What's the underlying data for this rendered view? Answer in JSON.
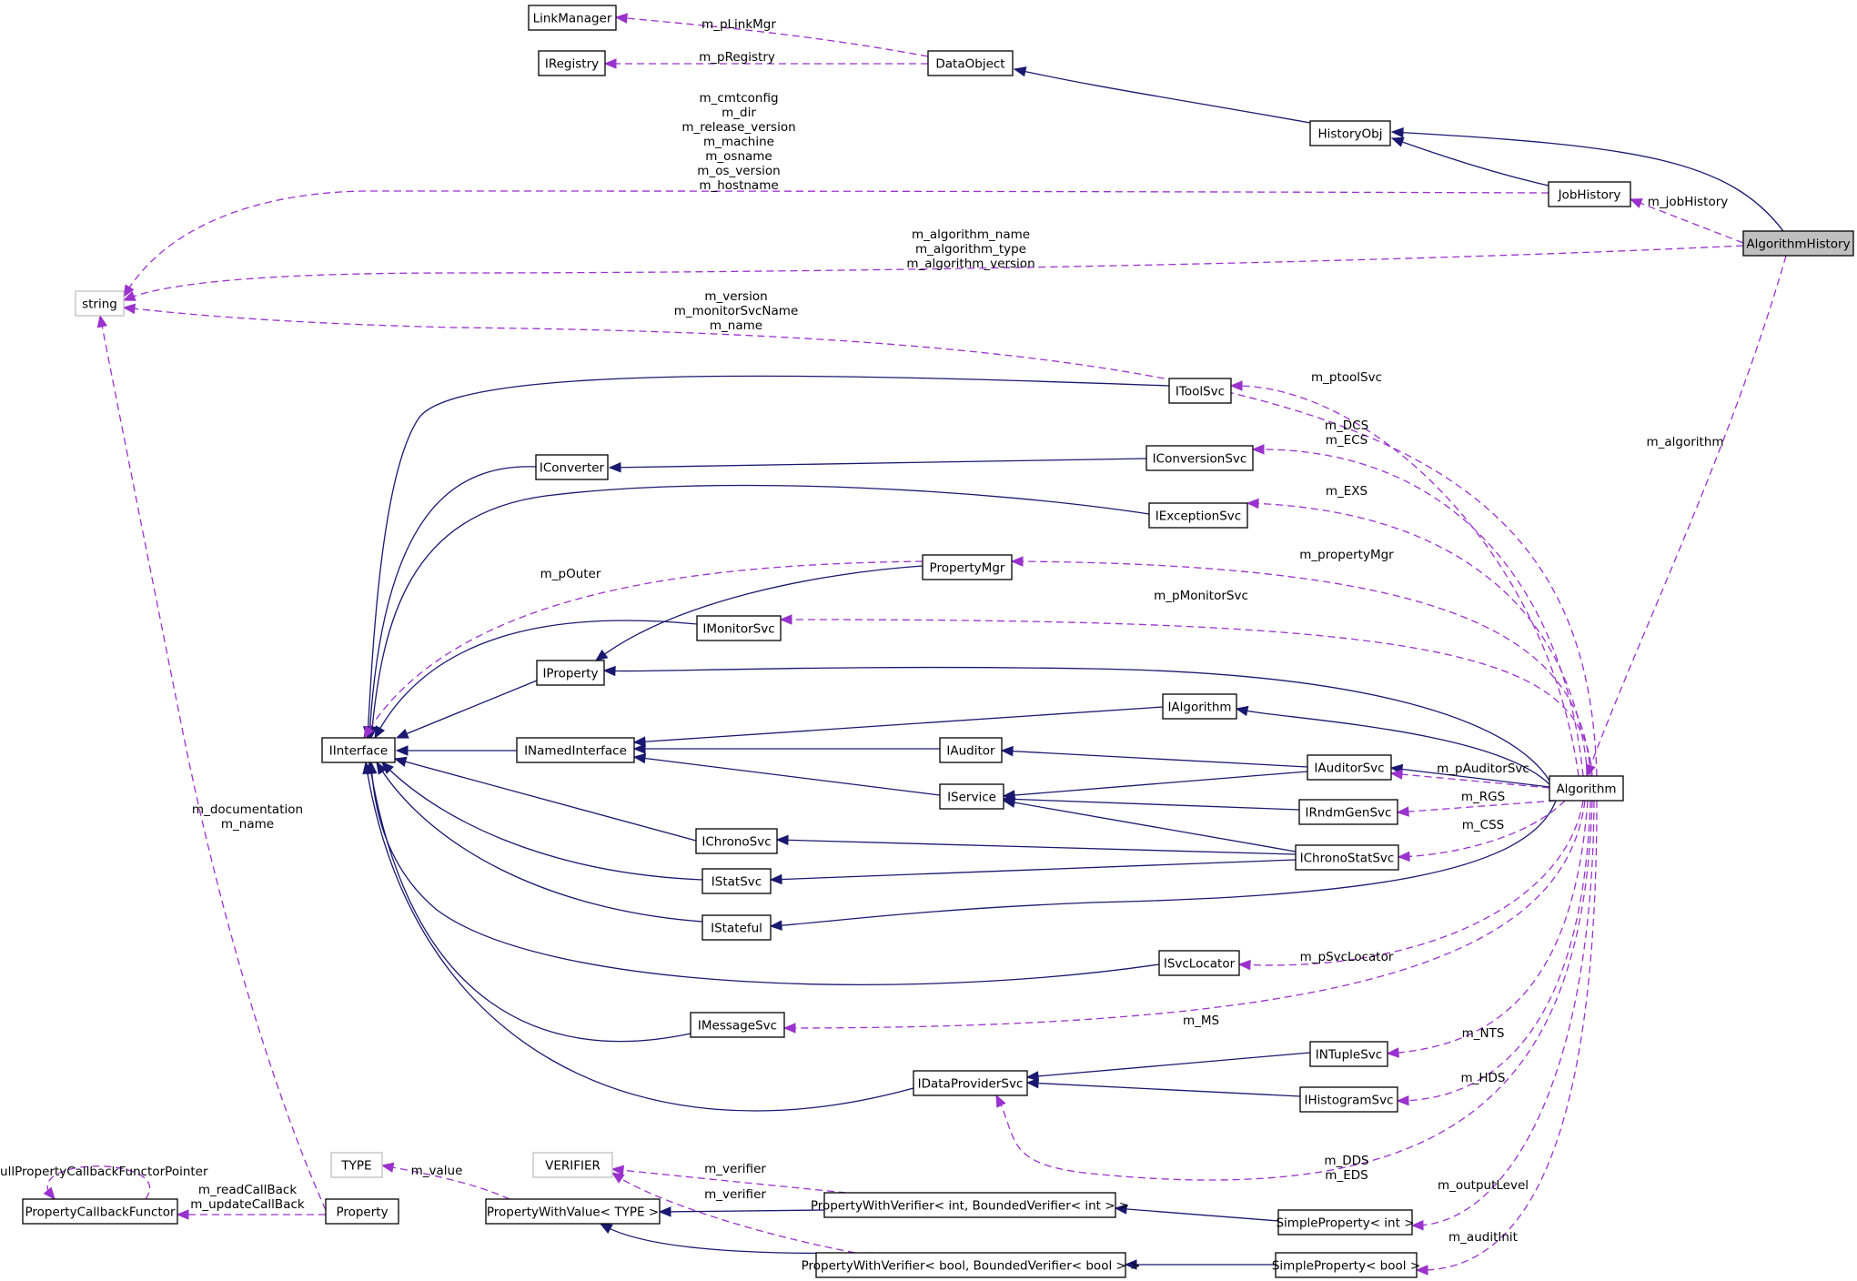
{
  "diagram": {
    "colors": {
      "inheritance": "#191970",
      "usage": "#9a32cd",
      "focus_fill": "#bfbfbf",
      "undocumented_border": "#bfbfbf"
    },
    "nodes": {
      "LinkManager": "LinkManager",
      "IRegistry": "IRegistry",
      "DataObject": "DataObject",
      "HistoryObj": "HistoryObj",
      "JobHistory": "JobHistory",
      "AlgorithmHistory": "AlgorithmHistory",
      "string": "string",
      "IToolSvc": "IToolSvc",
      "IConversionSvc": "IConversionSvc",
      "IConverter": "IConverter",
      "IExceptionSvc": "IExceptionSvc",
      "PropertyMgr": "PropertyMgr",
      "IMonitorSvc": "IMonitorSvc",
      "IProperty": "IProperty",
      "IInterface": "IInterface",
      "INamedInterface": "INamedInterface",
      "IAlgorithm": "IAlgorithm",
      "IAuditor": "IAuditor",
      "IAuditorSvc": "IAuditorSvc",
      "IService": "IService",
      "Algorithm": "Algorithm",
      "IRndmGenSvc": "IRndmGenSvc",
      "IChronoSvc": "IChronoSvc",
      "IChronoStatSvc": "IChronoStatSvc",
      "IStatSvc": "IStatSvc",
      "IStateful": "IStateful",
      "ISvcLocator": "ISvcLocator",
      "IMessageSvc": "IMessageSvc",
      "INTupleSvc": "INTupleSvc",
      "IDataProviderSvc": "IDataProviderSvc",
      "IHistogramSvc": "IHistogramSvc",
      "TYPE": "TYPE",
      "VERIFIER": "VERIFIER",
      "PropertyCallbackFunctor": "PropertyCallbackFunctor",
      "Property": "Property",
      "PropertyWithValue": "PropertyWithValue< TYPE >",
      "PropertyWithVerifierInt": "PropertyWithVerifier< int, BoundedVerifier< int > >",
      "SimplePropertyInt": "SimpleProperty< int >",
      "PropertyWithVerifierBool": "PropertyWithVerifier< bool, BoundedVerifier< bool > >",
      "SimplePropertyBool": "SimpleProperty< bool >"
    },
    "labels": {
      "pLinkMgr": [
        "m_pLinkMgr"
      ],
      "pRegistry": [
        "m_pRegistry"
      ],
      "jobHistoryStrings": [
        "m_cmtconfig",
        "m_dir",
        "m_release_version",
        "m_machine",
        "m_osname",
        "m_os_version",
        "m_hostname"
      ],
      "jobHistory": [
        "m_jobHistory"
      ],
      "algorithmStrings": [
        "m_algorithm_name",
        "m_algorithm_type",
        "m_algorithm_version"
      ],
      "algoStrings": [
        "m_version",
        "m_monitorSvcName",
        "m_name"
      ],
      "ptoolSvc": [
        "m_ptoolSvc"
      ],
      "dcsEcs": [
        "m_DCS",
        "m_ECS"
      ],
      "algorithm": [
        "m_algorithm"
      ],
      "exs": [
        "m_EXS"
      ],
      "propertyMgr": [
        "m_propertyMgr"
      ],
      "pOuter": [
        "m_pOuter"
      ],
      "pMonitorSvc": [
        "m_pMonitorSvc"
      ],
      "pAuditorSvc": [
        "m_pAuditorSvc"
      ],
      "rgs": [
        "m_RGS"
      ],
      "css": [
        "m_CSS"
      ],
      "propDocs": [
        "m_documentation",
        "m_name"
      ],
      "pSvcLocator": [
        "m_pSvcLocator"
      ],
      "ms": [
        "m_MS"
      ],
      "nts": [
        "m_NTS"
      ],
      "hds": [
        "m_HDS"
      ],
      "ddsEds": [
        "m_DDS",
        "m_EDS"
      ],
      "nullCallback": [
        "nullPropertyCallbackFunctorPointer"
      ],
      "value": [
        "m_value"
      ],
      "verifierTop": [
        "m_verifier"
      ],
      "verifierBottom": [
        "m_verifier"
      ],
      "outputLevel": [
        "m_outputLevel"
      ],
      "callbacks": [
        "m_readCallBack",
        "m_updateCallBack"
      ],
      "auditInit": [
        "m_auditInit"
      ]
    }
  }
}
